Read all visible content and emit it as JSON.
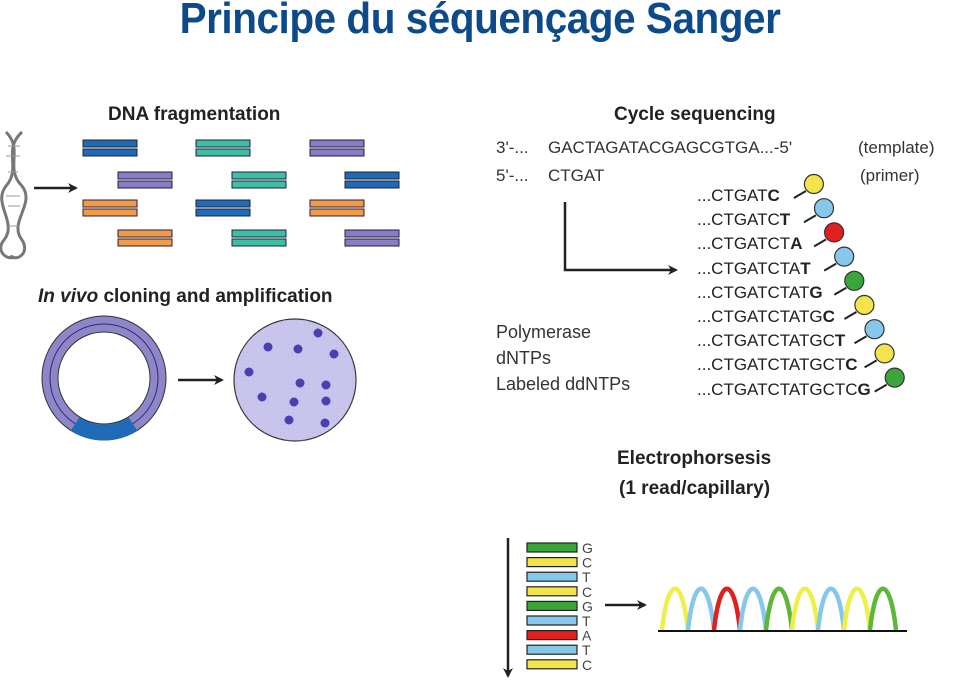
{
  "title": "Principe du séquençage Sanger",
  "colors": {
    "title": "#0d4a8a",
    "A": "#e02020",
    "C": "#f2e44a",
    "G": "#3aa63a",
    "T": "#86c8ea",
    "frag_blue": "#1f6bb8",
    "frag_teal": "#3bbfa6",
    "frag_purple": "#8b7cc9",
    "frag_orange": "#f29a4a",
    "plasmid": "#8f86c9",
    "plasmid_insert": "#1f6bb8",
    "dish": "#c9c5ec",
    "colony": "#4a3fb0"
  },
  "fragmentation": {
    "heading": "DNA fragmentation",
    "icon": "dna-helix-icon",
    "rows": [
      [
        "frag_blue",
        "frag_teal",
        "frag_purple"
      ],
      [
        "frag_purple",
        "frag_teal",
        "frag_blue"
      ],
      [
        "frag_orange",
        "frag_blue",
        "frag_orange"
      ],
      [
        "frag_orange",
        "frag_teal",
        "frag_purple"
      ]
    ]
  },
  "cloning": {
    "heading_italic": "In vivo",
    "heading_rest": " cloning and amplification",
    "colony_count": 12
  },
  "cycle": {
    "heading": "Cycle sequencing",
    "template": {
      "prefix": "3'-...",
      "seq": "GACTAGATACGAGCGTGA...-5'",
      "label": "(template)"
    },
    "primer": {
      "prefix": "5'-...",
      "seq": "CTGAT",
      "label": "(primer)"
    },
    "reagents": [
      "Polymerase",
      "dNTPs",
      "Labeled ddNTPs"
    ],
    "products": [
      {
        "stem": "...CTGAT",
        "last": "C"
      },
      {
        "stem": "...CTGATC",
        "last": "T"
      },
      {
        "stem": "...CTGATCT",
        "last": "A"
      },
      {
        "stem": "...CTGATCTA",
        "last": "T"
      },
      {
        "stem": "...CTGATCTAT",
        "last": "G"
      },
      {
        "stem": "...CTGATCTATG",
        "last": "C"
      },
      {
        "stem": "...CTGATCTATGC",
        "last": "T"
      },
      {
        "stem": "...CTGATCTATGCT",
        "last": "C"
      },
      {
        "stem": "...CTGATCTATGCTC",
        "last": "G"
      }
    ]
  },
  "electrophoresis": {
    "heading_line1": "Electrophorsesis",
    "heading_line2": "(1 read/capillary)",
    "bands": [
      "G",
      "C",
      "T",
      "C",
      "G",
      "T",
      "A",
      "T",
      "C"
    ],
    "chromatogram_peaks": [
      "C",
      "T",
      "A",
      "T",
      "G",
      "C",
      "T",
      "C",
      "G"
    ]
  }
}
